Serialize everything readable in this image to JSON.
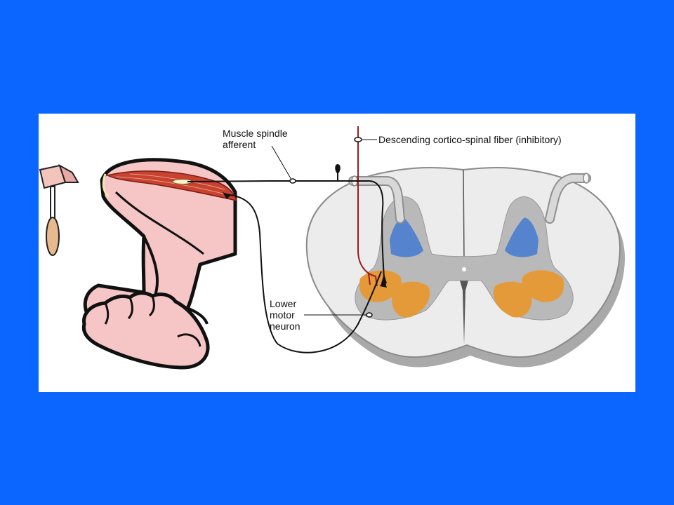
{
  "labels": {
    "spindle_line1": "Muscle spindle",
    "spindle_line2": "afferent",
    "descending": "Descending cortico-spinal fiber (inhibitory)",
    "motor_line1": "Lower",
    "motor_line2": "motor",
    "motor_line3": "neuron"
  },
  "colors": {
    "background": "#0b66ff",
    "panel": "#ffffff",
    "skin": "#f6c6c6",
    "muscle": "#c9412f",
    "white_matter": "#ececec",
    "gray_matter": "#b8b8b8",
    "dorsal_horn": "#4f7fce",
    "ventral_horn": "#e59a3a",
    "inhibitory_fiber": "#9b1b1b",
    "nerve": "#111111"
  }
}
